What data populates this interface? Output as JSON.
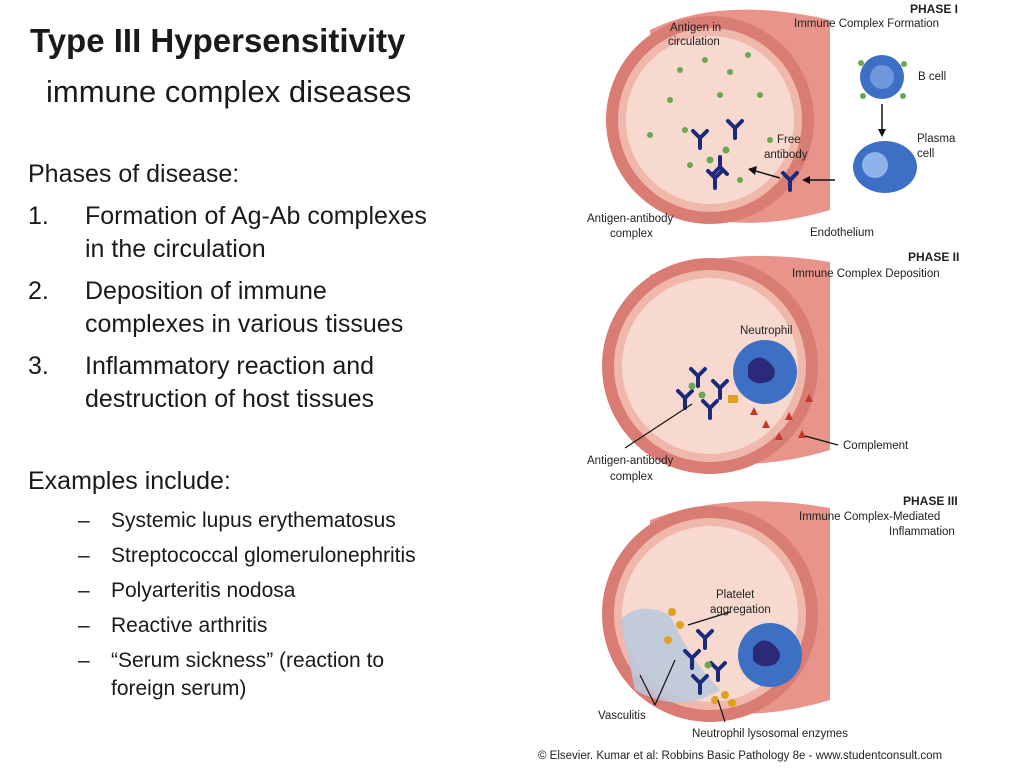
{
  "slide": {
    "title": "Type III Hypersensitivity",
    "subtitle": "immune complex diseases",
    "phases_heading": "Phases of disease:",
    "phases": [
      {
        "num": "1.",
        "line1": "Formation of Ag-Ab complexes",
        "line2": "in the circulation"
      },
      {
        "num": "2.",
        "line1": "Deposition of immune",
        "line2": "complexes in various tissues"
      },
      {
        "num": "3.",
        "line1": "Inflammatory reaction and",
        "line2": "destruction of host tissues"
      }
    ],
    "examples_heading": "Examples include:",
    "bullet_symbol": "–",
    "examples": [
      {
        "line1": "Systemic lupus erythematosus",
        "line2": ""
      },
      {
        "line1": "Streptococcal glomerulonephritis",
        "line2": ""
      },
      {
        "line1": "Polyarteritis nodosa",
        "line2": ""
      },
      {
        "line1": "Reactive arthritis",
        "line2": ""
      },
      {
        "line1": "“Serum sickness” (reaction to",
        "line2": "foreign serum)"
      }
    ]
  },
  "figure": {
    "phase1": {
      "title": "PHASE I",
      "subtitle": "Immune Complex Formation",
      "antigen_label_1": "Antigen in",
      "antigen_label_2": "circulation",
      "b_cell": "B cell",
      "plasma_1": "Plasma",
      "plasma_2": "cell",
      "free_ab_1": "Free",
      "free_ab_2": "antibody",
      "complex_1": "Antigen-antibody",
      "complex_2": "complex",
      "endothelium": "Endothelium"
    },
    "phase2": {
      "title": "PHASE II",
      "subtitle": "Immune Complex Deposition",
      "neutrophil": "Neutrophil",
      "complement": "Complement",
      "complex_1": "Antigen-antibody",
      "complex_2": "complex"
    },
    "phase3": {
      "title": "PHASE III",
      "subtitle_1": "Immune Complex-Mediated",
      "subtitle_2": "Inflammation",
      "platelet_1": "Platelet",
      "platelet_2": "aggregation",
      "vasculitis": "Vasculitis",
      "enzymes": "Neutrophil lysosomal enzymes"
    },
    "credit": "© Elsevier. Kumar et al: Robbins Basic Pathology 8e - www.studentconsult.com"
  },
  "colors": {
    "vessel_wall": "#e8948a",
    "vessel_dark": "#c96a62",
    "lumen": "#f7d6cc",
    "antibody": "#1c2a7a",
    "antigen": "#6aa84f",
    "neutrophil": "#3d6fc4",
    "complement": "#c0392b",
    "platelet": "#e0a020"
  }
}
